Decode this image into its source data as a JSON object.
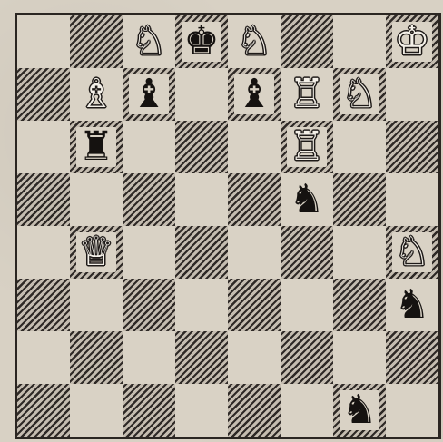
{
  "board": {
    "squares": [
      [
        "",
        "",
        "♘",
        "♚",
        "♘",
        "",
        "",
        "♔"
      ],
      [
        "",
        "♗",
        "♝",
        "",
        "♝",
        "♖",
        "♘",
        ""
      ],
      [
        "",
        "♜",
        "",
        "",
        "",
        "♖",
        "",
        ""
      ],
      [
        "",
        "",
        "",
        "",
        "",
        "♞",
        "",
        ""
      ],
      [
        "",
        "♕",
        "",
        "",
        "",
        "",
        "",
        "♘"
      ],
      [
        "",
        "",
        "",
        "",
        "",
        "",
        "",
        "♞"
      ],
      [
        "",
        "",
        "",
        "",
        "",
        "",
        "",
        ""
      ],
      [
        "",
        "",
        "",
        "",
        "",
        "",
        "♞",
        ""
      ]
    ],
    "piece_names": [
      [
        "",
        "",
        "white-knight",
        "black-king",
        "white-knight",
        "",
        "",
        "white-king"
      ],
      [
        "",
        "white-bishop",
        "black-bishop",
        "",
        "black-bishop",
        "white-rook",
        "white-knight",
        ""
      ],
      [
        "",
        "black-rook",
        "",
        "",
        "",
        "white-rook",
        "",
        ""
      ],
      [
        "",
        "",
        "",
        "",
        "",
        "black-knight",
        "",
        ""
      ],
      [
        "",
        "white-queen",
        "",
        "",
        "",
        "",
        "",
        "white-knight"
      ],
      [
        "",
        "",
        "",
        "",
        "",
        "",
        "",
        "black-knight"
      ],
      [
        "",
        "",
        "",
        "",
        "",
        "",
        "",
        ""
      ],
      [
        "",
        "",
        "",
        "",
        "",
        "",
        "black-knight",
        ""
      ]
    ]
  },
  "colors": {
    "light_square": "#d9d2c5",
    "dark_hatch": "#2f2a27",
    "border": "#2b2622"
  }
}
